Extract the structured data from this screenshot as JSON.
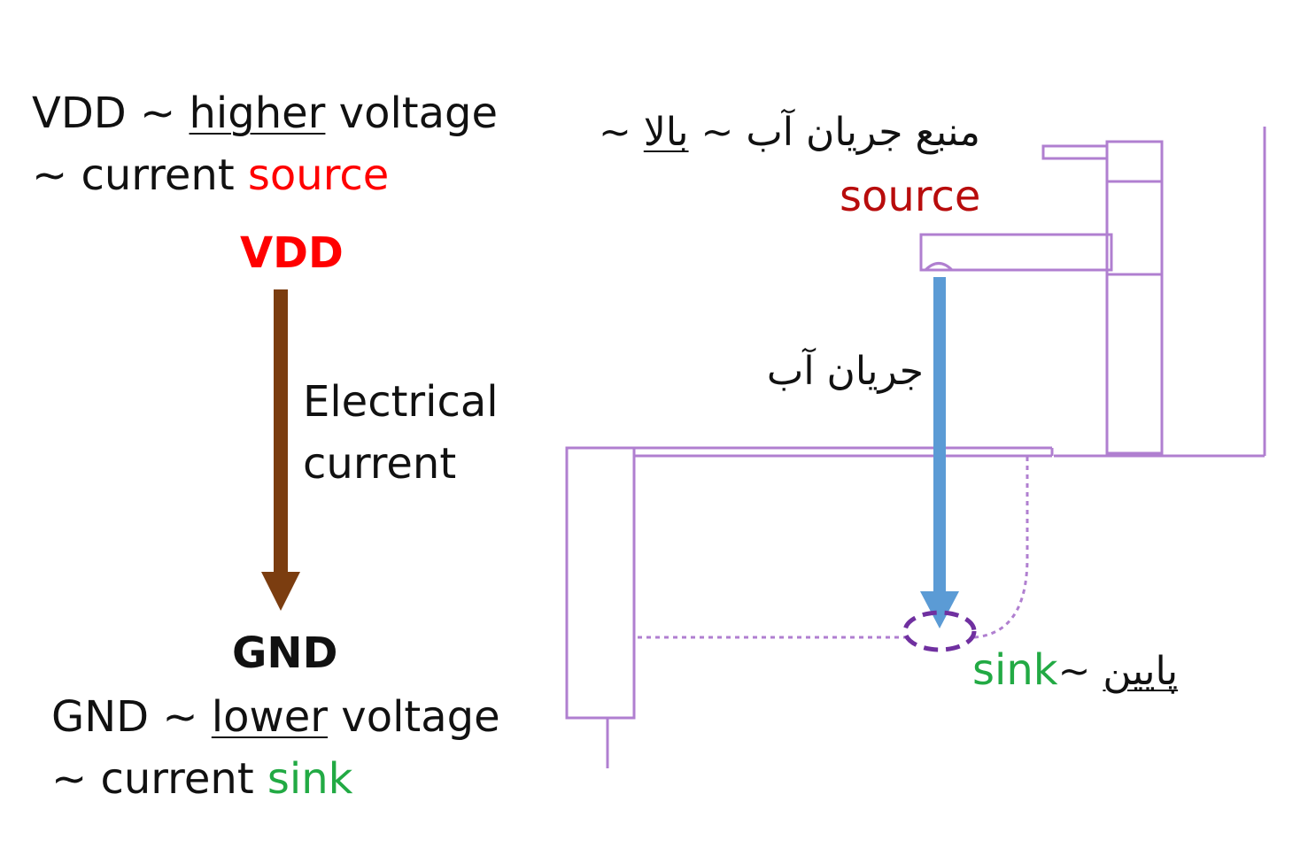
{
  "left": {
    "vdd_line": {
      "prefix": "VDD ~ ",
      "emph": "higher",
      "suffix": " voltage"
    },
    "source_line": {
      "prefix": "~ current ",
      "emph": "source"
    },
    "vdd_label": "VDD",
    "arrow_label": {
      "line1": "Electrical",
      "line2": "current"
    },
    "gnd_label": "GND",
    "gnd_line": {
      "prefix": "GND ~ ",
      "emph": "lower",
      "suffix": " voltage"
    },
    "sink_line": {
      "prefix": "~ current ",
      "emph": "sink"
    }
  },
  "right": {
    "source_fa": {
      "main": "منبع جریان آب ~ ",
      "emph": "بالا",
      "tail": " ~"
    },
    "source_en": "source",
    "flow_fa": "جریان آب",
    "sink_en": "sink",
    "sink_fa": {
      "tilde": " ~",
      "emph": "پایین"
    }
  },
  "colors": {
    "source_red": "#ff0000",
    "source_darkred": "#b80c0c",
    "sink_green": "#22aa44",
    "current_arrow": "#7b3d10",
    "water_arrow": "#5b9bd5",
    "fixture": "#b07fd0",
    "drain_circle": "#7030a0"
  },
  "icons": [
    "down-arrow-icon",
    "faucet-icon",
    "sink-basin-icon",
    "drain-icon"
  ]
}
